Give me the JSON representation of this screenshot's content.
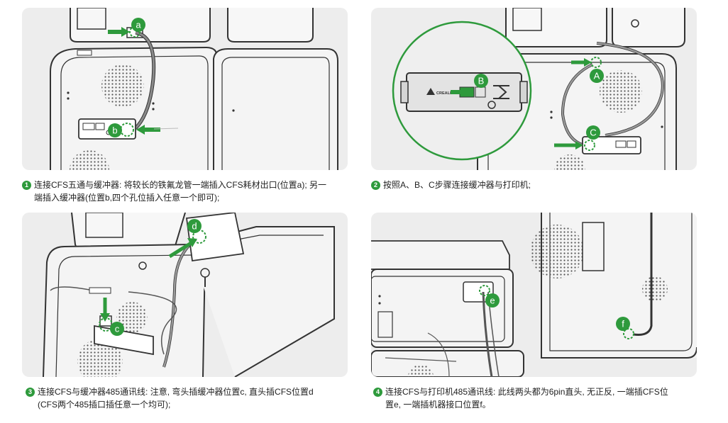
{
  "steps": [
    {
      "number": "1",
      "caption_line1": "连接CFS五通与缓冲器: 将较长的铁氟龙管一端插入CFS耗材出口(位置a); 另一",
      "caption_line2": "端插入缓冲器(位置b,四个孔位插入任意一个即可);",
      "callouts": [
        "a",
        "b"
      ]
    },
    {
      "number": "2",
      "caption_line1": "按照A、B、C步骤连接缓冲器与打印机;",
      "callouts": [
        "A",
        "B",
        "C"
      ],
      "logo_text": "CREALITY"
    },
    {
      "number": "3",
      "caption_line1": "连接CFS与缓冲器485通讯线: 注意, 弯头插缓冲器位置c, 直头插CFS位置d",
      "caption_line2": "(CFS两个485插口插任意一个均可);",
      "callouts": [
        "d",
        "c"
      ]
    },
    {
      "number": "4",
      "caption_line1": "连接CFS与打印机485通讯线: 此线两头都为6pin直头, 无正反, 一端插CFS位",
      "caption_line2": "置e, 一端插机器接口位置f。",
      "callouts": [
        "e",
        "f"
      ]
    }
  ],
  "colors": {
    "accent": "#2e9a3c",
    "panel_bg": "#ededed",
    "line_art": "#333333"
  }
}
